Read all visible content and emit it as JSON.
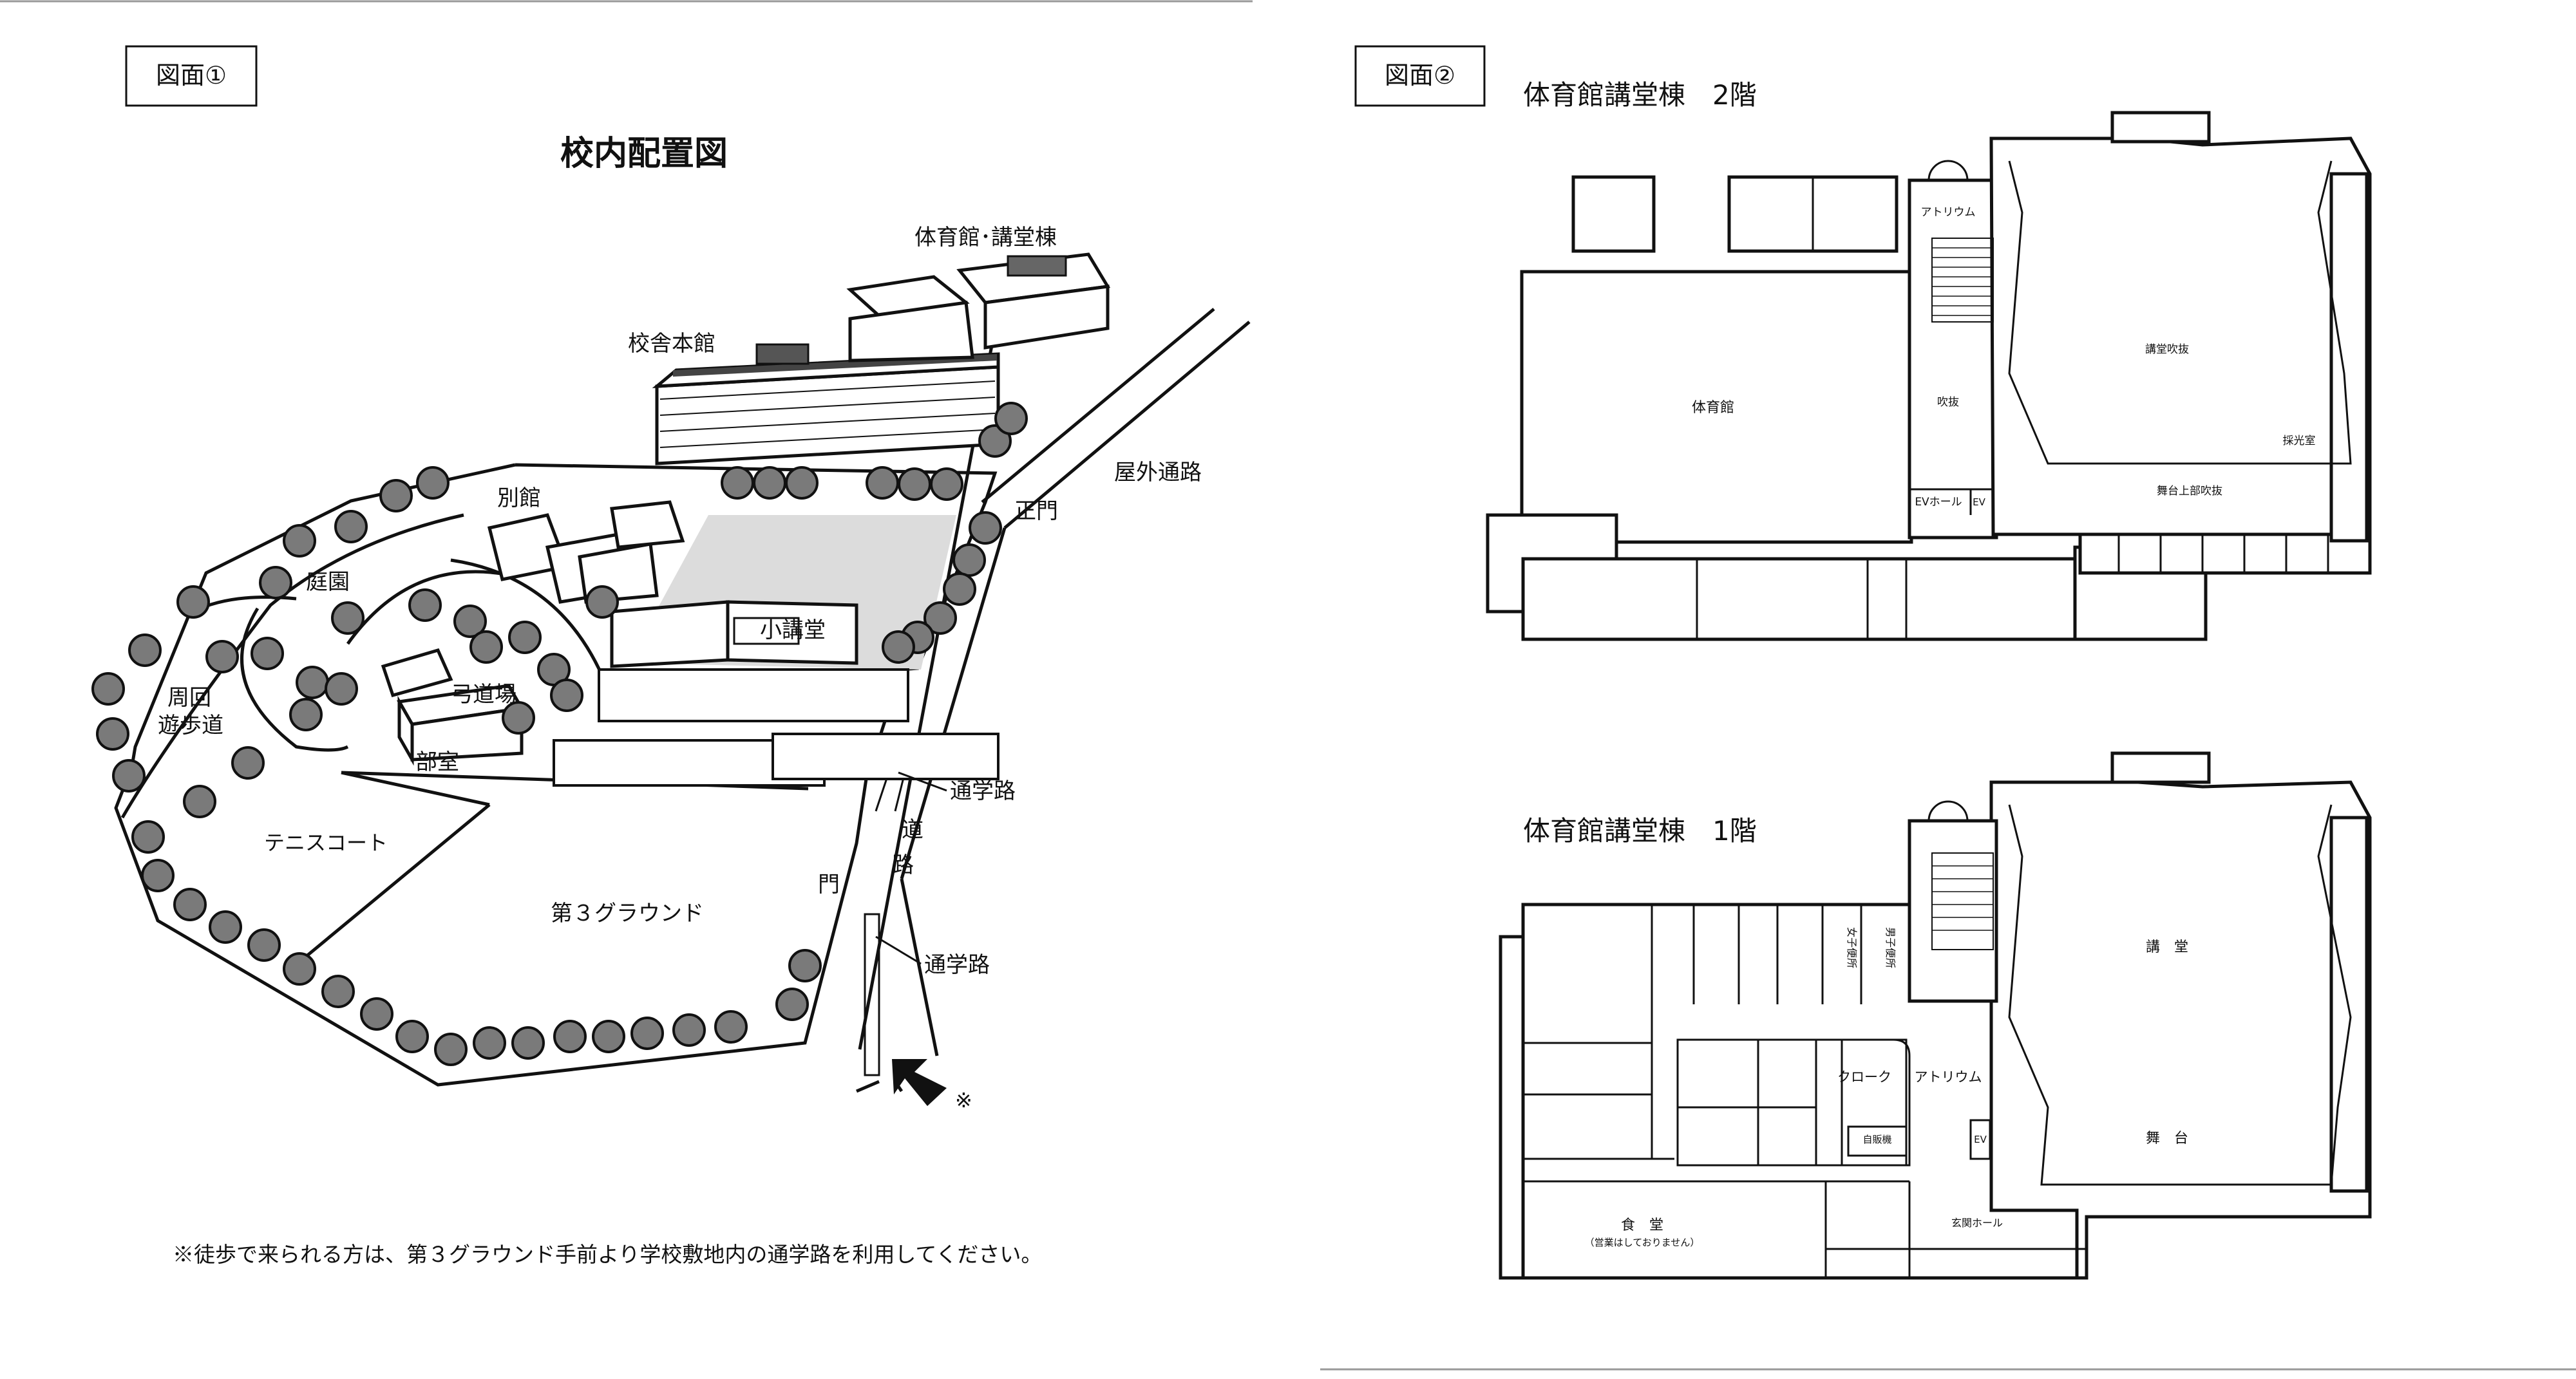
{
  "map1": {
    "tag": "図面①",
    "title": "校内配置図",
    "labels": {
      "gym_hall": "体育館･講堂棟",
      "main_building": "校舎本館",
      "outdoor_passage": "屋外通路",
      "annex": "別館",
      "main_gate": "正門",
      "garden": "庭園",
      "small_hall": "小講堂",
      "loop_path": "周回\n遊歩道",
      "archery_hall": "弓道場",
      "club_room": "部室",
      "school_path_1": "通学路",
      "road": "道路",
      "tennis_court": "テニスコート",
      "gate": "門",
      "ground3": "第３グラウンド",
      "school_path_2": "通学路",
      "mark": "※"
    },
    "note": "※徒歩で来られる方は、第３グラウンド手前より学校敷地内の通学路を利用してください。"
  },
  "map2": {
    "tag": "図面②",
    "floor2": {
      "title": "体育館講堂棟　2階",
      "rooms": {
        "atrium": "アトリウム",
        "gym": "体育館",
        "void": "吹抜",
        "hall_void": "講堂吹抜",
        "skylight": "採光室",
        "ev_hall": "EVホール",
        "ev": "EV",
        "stage_void": "舞台上部吹抜"
      }
    },
    "floor1": {
      "title": "体育館講堂棟　1階",
      "rooms": {
        "womens_wc": "女子便所",
        "mens_wc": "男子便所",
        "hall": "講　堂",
        "cloak": "クローク",
        "atrium": "アトリウム",
        "vending": "自販機",
        "ev": "EV",
        "stage": "舞　台",
        "cafeteria": "食　堂",
        "cafeteria_note": "（営業はしておりません）",
        "entrance_hall": "玄関ホール"
      }
    }
  }
}
